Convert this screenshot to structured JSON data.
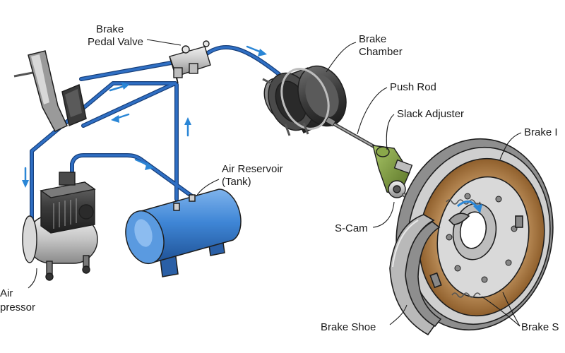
{
  "labels": {
    "brake_pedal_valve": [
      "Brake",
      "Pedal Valve"
    ],
    "brake_chamber": [
      "Brake",
      "Chamber"
    ],
    "push_rod": "Push Rod",
    "slack_adjuster": "Slack Adjuster",
    "brake_drum": "Brake I",
    "air_reservoir": [
      "Air Reservoir",
      "(Tank)"
    ],
    "s_cam": "S-Cam",
    "air_compressor": [
      "Air",
      "pressor"
    ],
    "brake_shoe": "Brake Shoe",
    "brake_spring": "Brake S"
  },
  "colors": {
    "air_line": "#2f6fc4",
    "air_line_edge": "#173f7a",
    "reservoir": "#3f86d6",
    "slack_adjuster": "#7a9a3a",
    "brake_lining": "#b7844d",
    "flow_arrow": "#2a86d6",
    "metal": "#c9c9c9"
  },
  "flow_arrows": [
    "right",
    "right",
    "left",
    "down",
    "up",
    "right"
  ]
}
